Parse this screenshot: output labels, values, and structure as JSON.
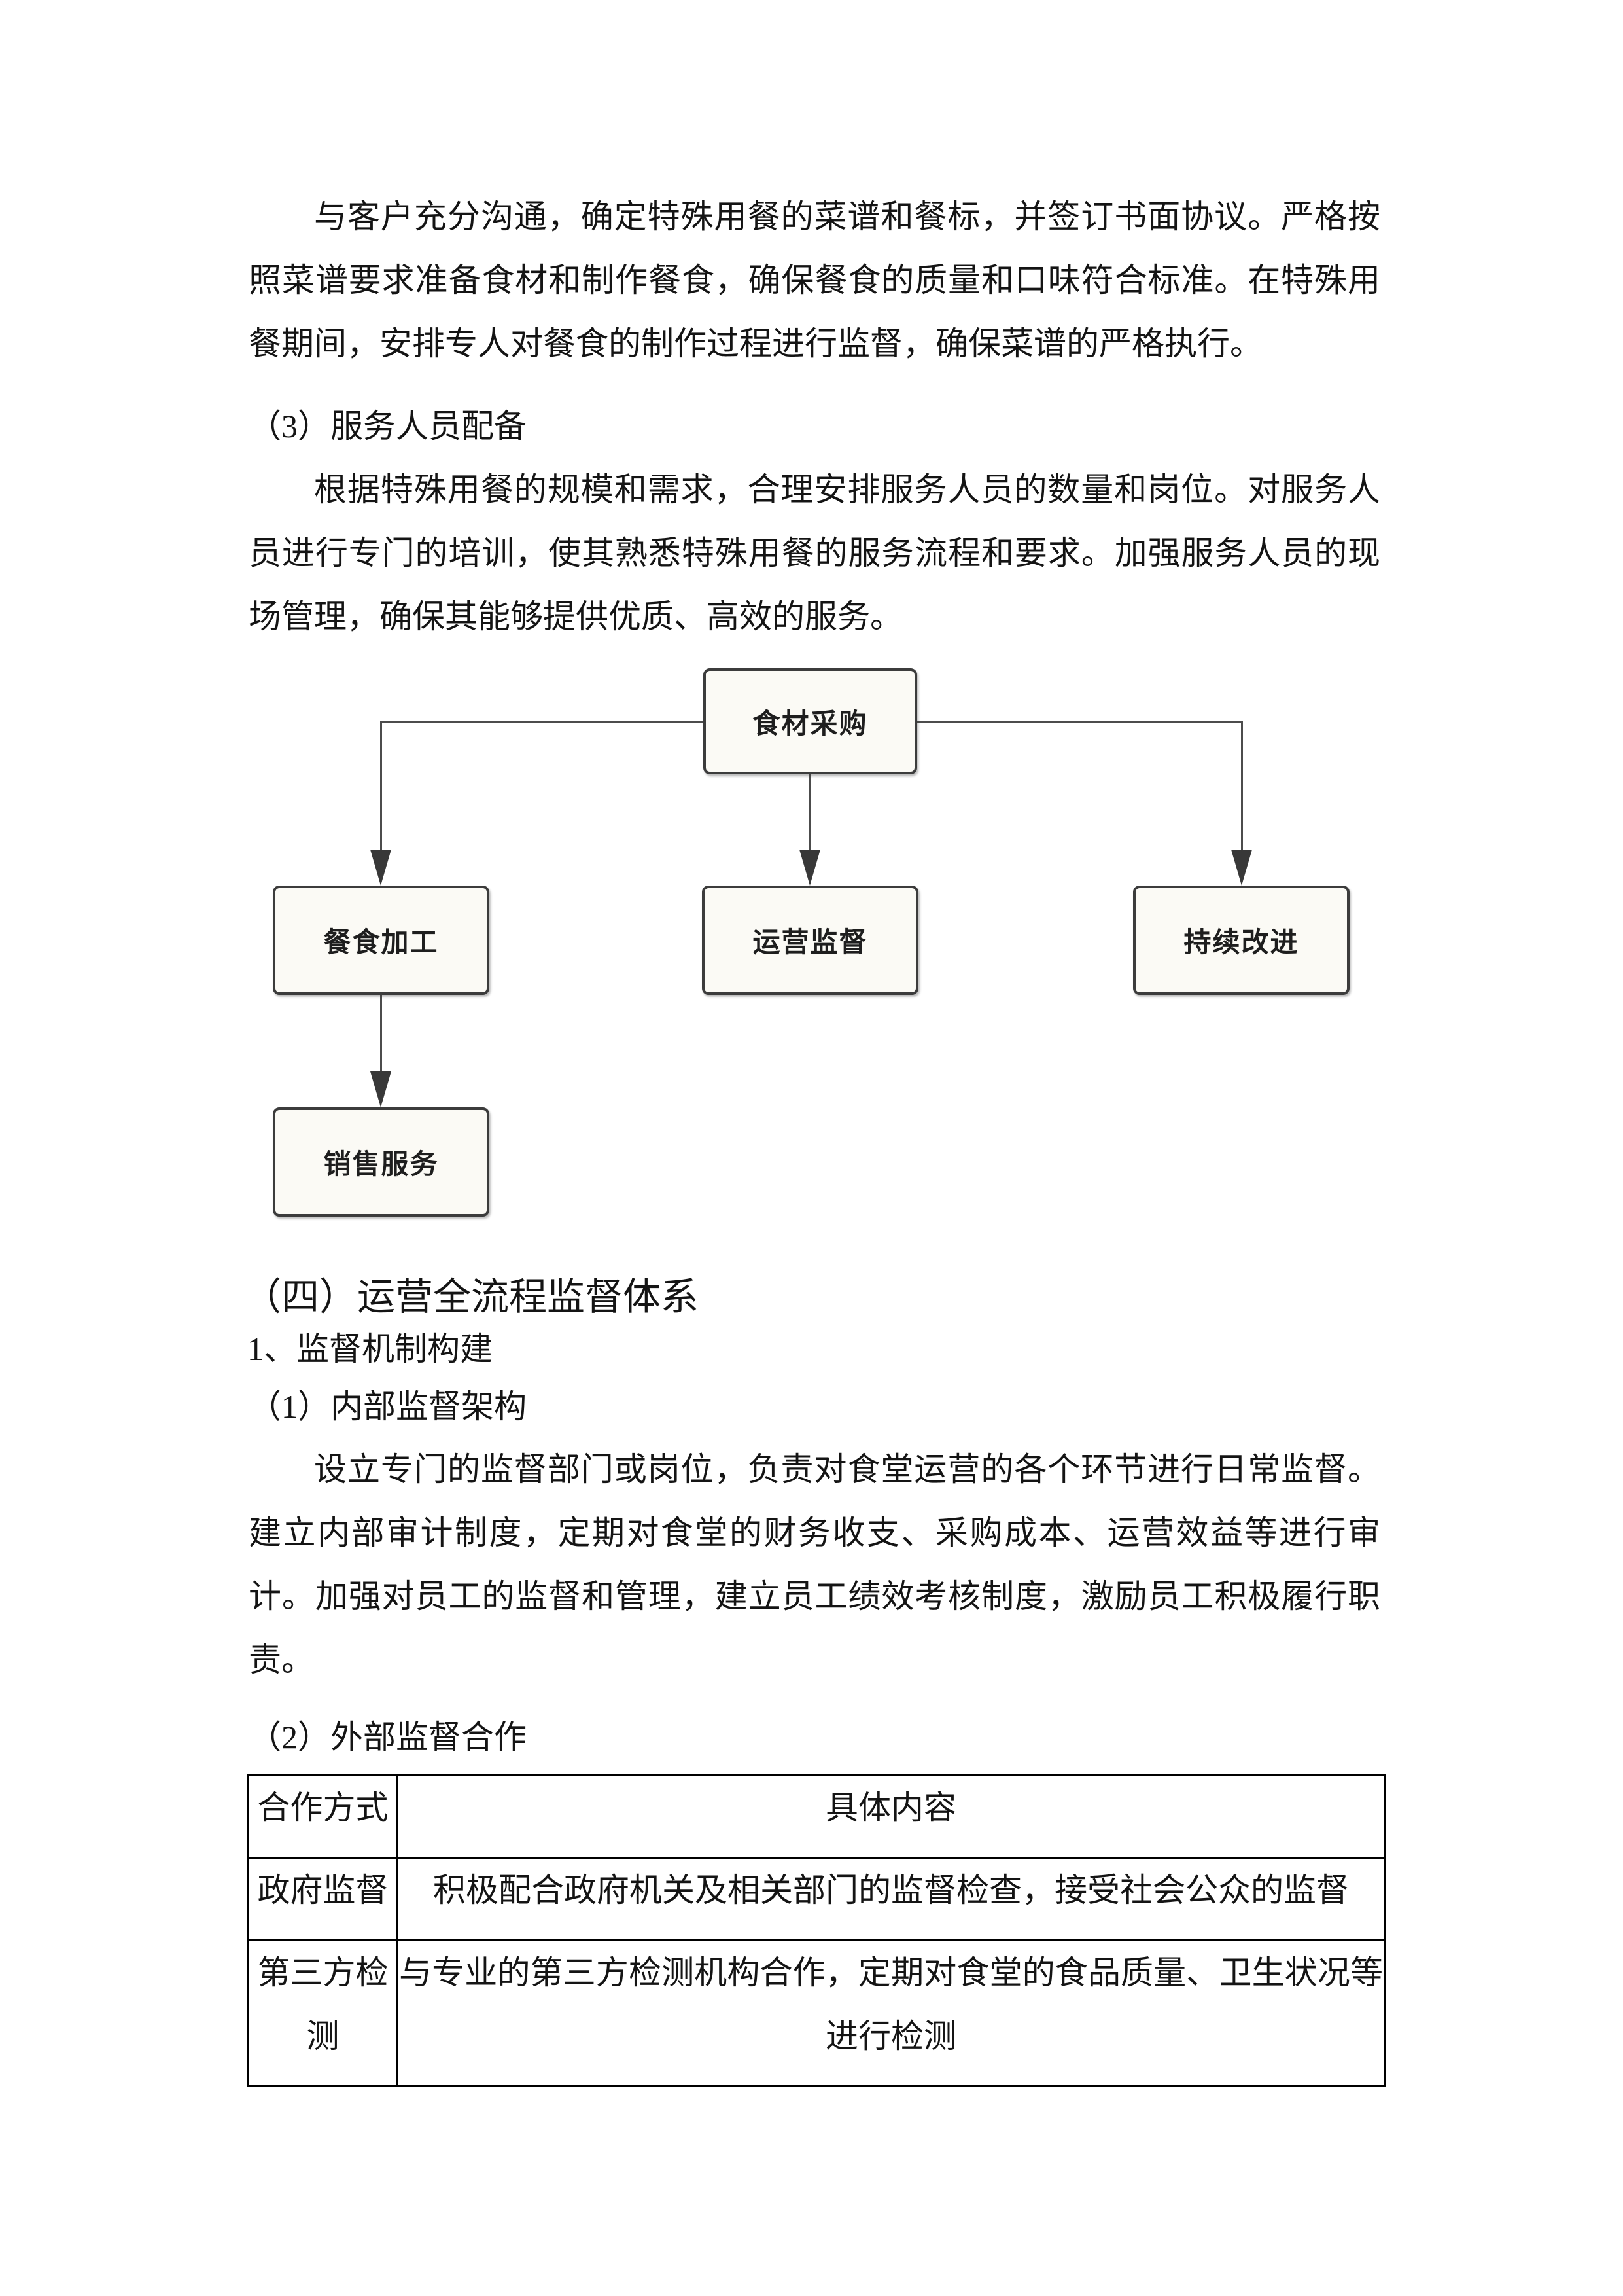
{
  "doc": {
    "p1": [
      "与客户充分沟通，确定特殊用餐的菜谱和餐标，并签订书面协议。严格按",
      "照菜谱要求准备食材和制作餐食，确保餐食的质量和口味符合标准。在特殊用",
      "餐期间，安排专人对餐食的制作过程进行监督，确保菜谱的严格执行。"
    ],
    "h3": "（3）服务人员配备",
    "p2": [
      "根据特殊用餐的规模和需求，合理安排服务人员的数量和岗位。对服务人",
      "员进行专门的培训，使其熟悉特殊用餐的服务流程和要求。加强服务人员的现",
      "场管理，确保其能够提供优质、高效的服务。"
    ],
    "h4": "（四）运营全流程监督体系",
    "s1": "1、监督机制构建",
    "s1_1": "（1）内部监督架构",
    "p3": [
      "设立专门的监督部门或岗位，负责对食堂运营的各个环节进行日常监督。",
      "建立内部审计制度，定期对食堂的财务收支、采购成本、运营效益等进行审",
      "计。加强对员工的监督和管理，建立员工绩效考核制度，激励员工积极履行职",
      "责。"
    ],
    "s1_2": "（2）外部监督合作"
  },
  "flowchart": {
    "top": "食材采购",
    "left": "餐食加工",
    "center": "运营监督",
    "right": "持续改进",
    "bottom": "销售服务"
  },
  "table": {
    "col_method": "合作方式",
    "col_content": "具体内容",
    "rows": [
      {
        "method": "政府监督",
        "line1": "积极配合政府机关及相关部门的监督检查，接受社会公众的监督",
        "line2": ""
      },
      {
        "method": "第三方检测",
        "line1": "与专业的第三方检测机构合作，定期对食堂的食品质量、卫生状况等",
        "line2": "进行检测"
      }
    ]
  },
  "colors": {
    "page_bg": "#ffffff",
    "text": "#141414",
    "box_fill": "#fbfaf5",
    "box_border": "#3c3c3c",
    "connector": "#4c4c4c",
    "table_border": "#000000"
  }
}
